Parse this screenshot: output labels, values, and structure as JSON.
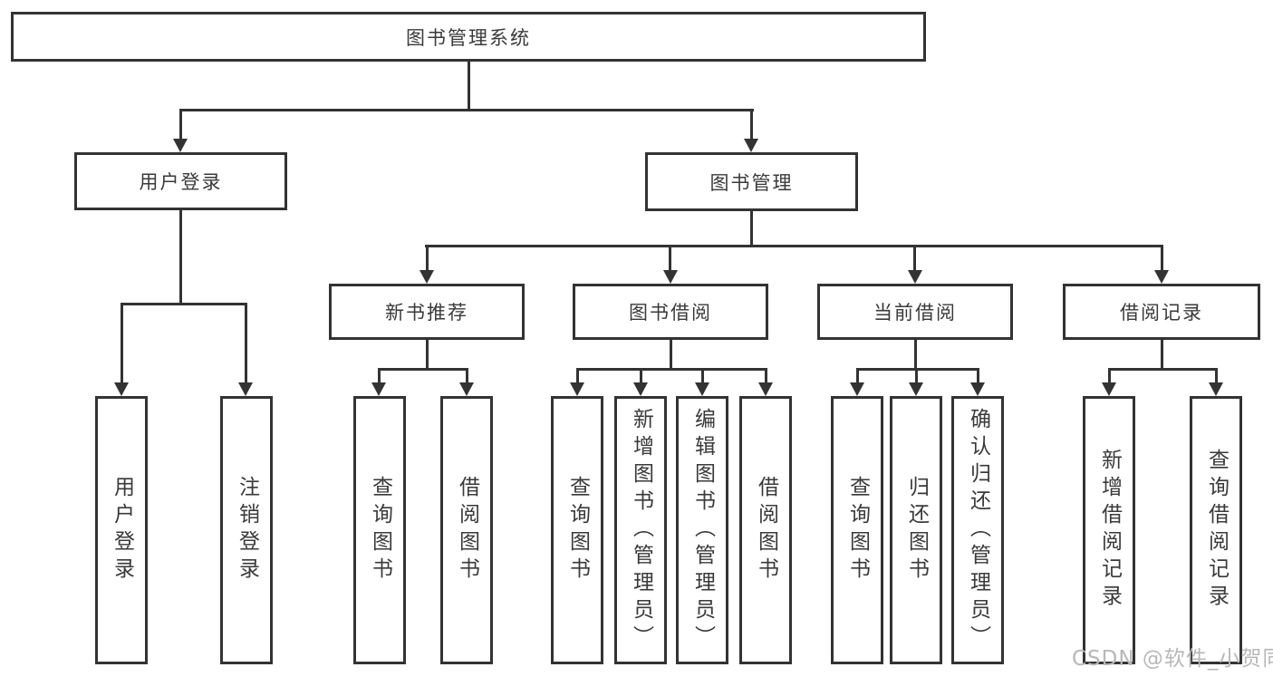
{
  "diagram_title": "图书管理系统",
  "nodes": {
    "root": {
      "label": "图书管理系统"
    },
    "level2": [
      {
        "label": "用户登录"
      },
      {
        "label": "图书管理"
      }
    ],
    "level3": [
      {
        "label": "新书推荐",
        "parent": "图书管理"
      },
      {
        "label": "图书借阅",
        "parent": "图书管理"
      },
      {
        "label": "当前借阅",
        "parent": "图书管理"
      },
      {
        "label": "借阅记录",
        "parent": "图书管理"
      }
    ],
    "leaves": [
      {
        "label": "用户登录",
        "parent": "用户登录"
      },
      {
        "label": "注销登录",
        "parent": "用户登录"
      },
      {
        "label": "查询图书",
        "parent": "新书推荐"
      },
      {
        "label": "借阅图书",
        "parent": "新书推荐"
      },
      {
        "label": "查询图书",
        "parent": "图书借阅"
      },
      {
        "label": "新增图书（管理员）",
        "parent": "图书借阅"
      },
      {
        "label": "编辑图书（管理员）",
        "parent": "图书借阅"
      },
      {
        "label": "借阅图书",
        "parent": "图书借阅"
      },
      {
        "label": "查询图书",
        "parent": "当前借阅"
      },
      {
        "label": "归还图书",
        "parent": "当前借阅"
      },
      {
        "label": "确认归还（管理员）",
        "parent": "当前借阅"
      },
      {
        "label": "新增借阅记录",
        "parent": "借阅记录"
      },
      {
        "label": "查询借阅记录",
        "parent": "借阅记录"
      }
    ]
  },
  "watermark": {
    "text": "CSDN @软件_小贺同学"
  },
  "colors": {
    "line": "#333333",
    "text": "#3a3a3a",
    "watermark": "#b8b8b8",
    "background": "#ffffff"
  }
}
